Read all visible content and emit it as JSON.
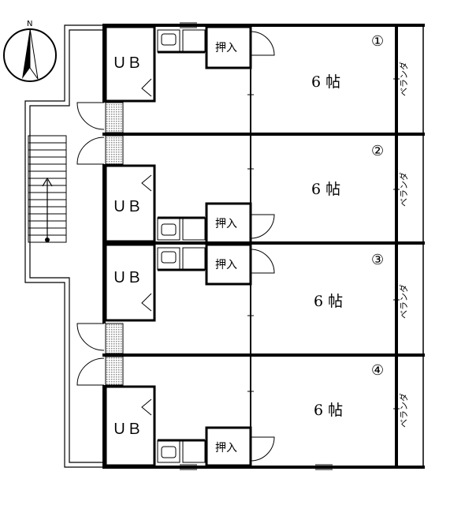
{
  "compass": {
    "north_label": "N"
  },
  "units": [
    {
      "number": "①",
      "room": "6 帖",
      "bath": "ＵＢ",
      "closet": "押入",
      "veranda": "ベランダ"
    },
    {
      "number": "②",
      "room": "6 帖",
      "bath": "ＵＢ",
      "closet": "押入",
      "veranda": "ベランダ"
    },
    {
      "number": "③",
      "room": "6 帖",
      "bath": "ＵＢ",
      "closet": "押入",
      "veranda": "ベランダ"
    },
    {
      "number": "④",
      "room": "6 帖",
      "bath": "ＵＢ",
      "closet": "押入",
      "veranda": "ベランダ"
    }
  ],
  "colors": {
    "line": "#000000",
    "background": "#ffffff",
    "hatch": "#9a9a9a"
  }
}
